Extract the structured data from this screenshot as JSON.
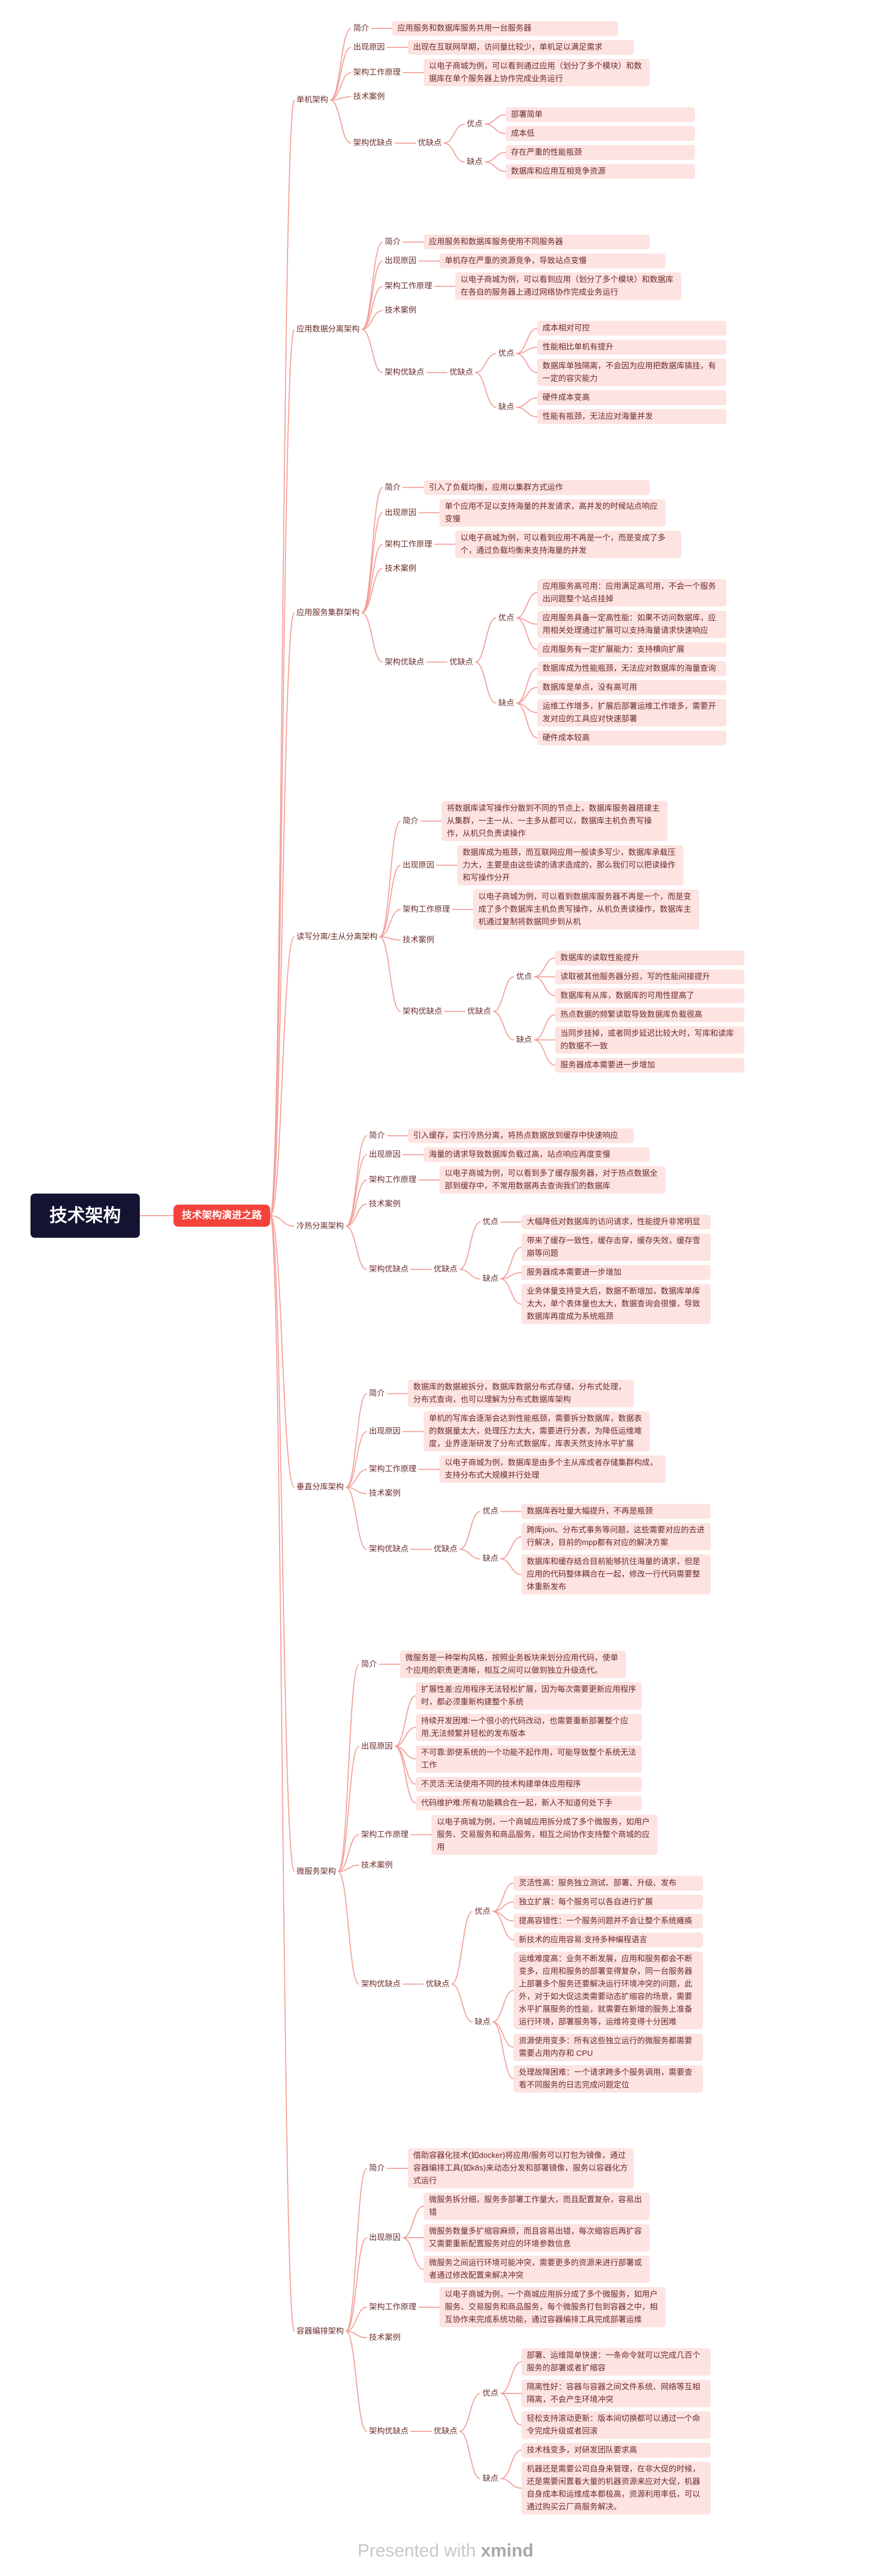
{
  "title": "技术架构",
  "main": "技术架构演进之路",
  "watermark": {
    "prefix": "Presented with ",
    "brand": "xmind"
  },
  "colors": {
    "line": "#f3a19b",
    "box": "#fde3e1",
    "root": "#141432",
    "main": "#f4433c",
    "text": "#6b2b2b"
  },
  "sections": [
    {
      "label": "单机架构",
      "children": [
        {
          "label": "简介",
          "children": [
            {
              "label": "应用服务和数据库服务共用一台服务器",
              "box": true
            }
          ]
        },
        {
          "label": "出现原因",
          "children": [
            {
              "label": "出现在互联网早期，访问量比较少，单机足以满足需求",
              "box": true
            }
          ]
        },
        {
          "label": "架构工作原理",
          "children": [
            {
              "label": "以电子商城为例，可以看到通过应用（划分了多个模块）和数据库在单个服务器上协作完成业务运行",
              "box": true
            }
          ]
        },
        {
          "label": "技术案例"
        },
        {
          "label": "架构优缺点",
          "children": [
            {
              "label": "优缺点",
              "children": [
                {
                  "label": "优点",
                  "children": [
                    {
                      "label": "部署简单",
                      "box": true
                    },
                    {
                      "label": "成本低",
                      "box": true
                    }
                  ]
                },
                {
                  "label": "缺点",
                  "children": [
                    {
                      "label": "存在严重的性能瓶颈",
                      "box": true
                    },
                    {
                      "label": "数据库和应用互相竞争资源",
                      "box": true
                    }
                  ]
                }
              ]
            }
          ]
        }
      ]
    },
    {
      "label": "应用数据分离架构",
      "children": [
        {
          "label": "简介",
          "children": [
            {
              "label": "应用服务和数据库服务使用不同服务器",
              "box": true
            }
          ]
        },
        {
          "label": "出现原因",
          "children": [
            {
              "label": "单机存在严重的资源竞争，导致站点变慢",
              "box": true
            }
          ]
        },
        {
          "label": "架构工作原理",
          "children": [
            {
              "label": "以电子商城为例，可以看到应用（划分了多个模块）和数据库在各自的服务器上通过网络协作完成业务运行",
              "box": true
            }
          ]
        },
        {
          "label": "技术案例"
        },
        {
          "label": "架构优缺点",
          "children": [
            {
              "label": "优缺点",
              "children": [
                {
                  "label": "优点",
                  "children": [
                    {
                      "label": "成本相对可控",
                      "box": true
                    },
                    {
                      "label": "性能相比单机有提升",
                      "box": true
                    },
                    {
                      "label": "数据库单独隔离，不会因为应用把数据库搞挂，有一定的容灾能力",
                      "box": true
                    }
                  ]
                },
                {
                  "label": "缺点",
                  "children": [
                    {
                      "label": "硬件成本变高",
                      "box": true
                    },
                    {
                      "label": "性能有瓶颈，无法应对海量并发",
                      "box": true
                    }
                  ]
                }
              ]
            }
          ]
        }
      ]
    },
    {
      "label": "应用服务集群架构",
      "children": [
        {
          "label": "简介",
          "children": [
            {
              "label": "引入了负载均衡，应用以集群方式运作",
              "box": true
            }
          ]
        },
        {
          "label": "出现原因",
          "children": [
            {
              "label": "单个应用不足以支持海量的并发请求，高并发的时候站点响应变慢",
              "box": true
            }
          ]
        },
        {
          "label": "架构工作原理",
          "children": [
            {
              "label": "以电子商城为例，可以看到应用不再是一个，而是变成了多个，通过负载均衡来支持海量的并发",
              "box": true
            }
          ]
        },
        {
          "label": "技术案例"
        },
        {
          "label": "架构优缺点",
          "children": [
            {
              "label": "优缺点",
              "children": [
                {
                  "label": "优点",
                  "children": [
                    {
                      "label": "应用服务高可用：应用满足高可用，不会一个服务出问题整个站点挂掉",
                      "box": true
                    },
                    {
                      "label": "应用服务具备一定高性能：如果不访问数据库，应用相关处理通过扩展可以支持海量请求快速响应",
                      "box": true
                    },
                    {
                      "label": "应用服务有一定扩展能力：支持横向扩展",
                      "box": true
                    }
                  ]
                },
                {
                  "label": "缺点",
                  "children": [
                    {
                      "label": "数据库成为性能瓶颈，无法应对数据库的海量查询",
                      "box": true
                    },
                    {
                      "label": "数据库是单点，没有高可用",
                      "box": true
                    },
                    {
                      "label": "运维工作增多，扩展后部署运维工作增多，需要开发对应的工具应对快速部署",
                      "box": true
                    },
                    {
                      "label": "硬件成本较高",
                      "box": true
                    }
                  ]
                }
              ]
            }
          ]
        }
      ]
    },
    {
      "label": "读写分离/主从分离架构",
      "children": [
        {
          "label": "简介",
          "children": [
            {
              "label": "将数据库读写操作分散到不同的节点上，数据库服务器搭建主从集群，一主一从、一主多从都可以，数据库主机负责写操作，从机只负责读操作",
              "box": true
            }
          ]
        },
        {
          "label": "出现原因",
          "children": [
            {
              "label": "数据库成为瓶颈，而互联网应用一般读多写少，数据库承载压力大，主要是由这些读的请求造成的，那么我们可以把读操作和写操作分开",
              "box": true
            }
          ]
        },
        {
          "label": "架构工作原理",
          "children": [
            {
              "label": "以电子商城为例，可以看到数据库服务器不再是一个，而是变成了多个数据库主机负责写操作，从机负责读操作，数据库主机通过复制将数据同步到从机",
              "box": true
            }
          ]
        },
        {
          "label": "技术案例"
        },
        {
          "label": "架构优缺点",
          "children": [
            {
              "label": "优缺点",
              "children": [
                {
                  "label": "优点",
                  "children": [
                    {
                      "label": "数据库的读取性能提升",
                      "box": true
                    },
                    {
                      "label": "读取被其他服务器分担，写的性能间接提升",
                      "box": true
                    },
                    {
                      "label": "数据库有从库，数据库的可用性提高了",
                      "box": true
                    }
                  ]
                },
                {
                  "label": "缺点",
                  "children": [
                    {
                      "label": "热点数据的频繁读取导致数据库负载很高",
                      "box": true
                    },
                    {
                      "label": "当同步挂掉，或者同步延迟比较大时，写库和读库的数据不一致",
                      "box": true
                    },
                    {
                      "label": "服务器成本需要进一步增加",
                      "box": true
                    }
                  ]
                }
              ]
            }
          ]
        }
      ]
    },
    {
      "label": "冷热分离架构",
      "children": [
        {
          "label": "简介",
          "children": [
            {
              "label": "引入缓存，实行冷热分离，将热点数据放到缓存中快速响应",
              "box": true
            }
          ]
        },
        {
          "label": "出现原因",
          "children": [
            {
              "label": "海量的请求导致数据库负载过高，站点响应再度变慢",
              "box": true
            }
          ]
        },
        {
          "label": "架构工作原理",
          "children": [
            {
              "label": "以电子商城为例，可以看到多了缓存服务器，对于热点数据全部到缓存中，不常用数据再去查询我们的数据库",
              "box": true
            }
          ]
        },
        {
          "label": "技术案例"
        },
        {
          "label": "架构优缺点",
          "children": [
            {
              "label": "优缺点",
              "children": [
                {
                  "label": "优点",
                  "children": [
                    {
                      "label": "大幅降低对数据库的访问请求，性能提升非常明显",
                      "box": true
                    }
                  ]
                },
                {
                  "label": "缺点",
                  "children": [
                    {
                      "label": "带来了缓存一致性，缓存击穿，缓存失效，缓存雪崩等问题",
                      "box": true
                    },
                    {
                      "label": "服务器成本需要进一步增加",
                      "box": true
                    },
                    {
                      "label": "业务体量支持变大后，数据不断增加，数据库单库太大，单个表体量也太大，数据查询会很慢，导致数据库再度成为系统瓶颈",
                      "box": true
                    }
                  ]
                }
              ]
            }
          ]
        }
      ]
    },
    {
      "label": "垂直分库架构",
      "children": [
        {
          "label": "简介",
          "children": [
            {
              "label": "数据库的数据被拆分，数据库数据分布式存储，分布式处理，分布式查询，也可以理解为分布式数据库架构",
              "box": true
            }
          ]
        },
        {
          "label": "出现原因",
          "children": [
            {
              "label": "单机的写库会逐渐会达到性能瓶颈，需要拆分数据库，数据表的数据量太大，处理压力太大，需要进行分表，为降低运维难度，业界逐渐研发了分布式数据库，库表天然支持水平扩展",
              "box": true
            }
          ]
        },
        {
          "label": "架构工作原理",
          "children": [
            {
              "label": "以电子商城为例，数据库是由多个主从库成者存储集群构成，支持分布式大规模并行处理",
              "box": true
            }
          ]
        },
        {
          "label": "技术案例"
        },
        {
          "label": "架构优缺点",
          "children": [
            {
              "label": "优缺点",
              "children": [
                {
                  "label": "优点",
                  "children": [
                    {
                      "label": "数据库吞吐量大幅提升，不再是瓶颈",
                      "box": true
                    }
                  ]
                },
                {
                  "label": "缺点",
                  "children": [
                    {
                      "label": "跨库join、分布式事务等问题，这些需要对应的去进行解决，目前的mpp都有对应的解决方案",
                      "box": true
                    },
                    {
                      "label": "数据库和缓存结合目前能够抗住海量的请求，但是应用的代码整体耦合在一起，修改一行代码需要整体重新发布",
                      "box": true
                    }
                  ]
                }
              ]
            }
          ]
        }
      ]
    },
    {
      "label": "微服务架构",
      "children": [
        {
          "label": "简介",
          "children": [
            {
              "label": "微服务是一种架构风格，按照业务板块来划分应用代码，使单个应用的职责更清晰，相互之间可以做到独立升级迭代。",
              "box": true
            }
          ]
        },
        {
          "label": "出现原因",
          "children": [
            {
              "label": "扩展性差:应用程序无法轻松扩展，因为每次需要更新应用程序时，都必须重新构建整个系统",
              "box": true
            },
            {
              "label": "持续开发困难:一个很小的代码改动，也需要重新部署整个应用,无法频繁并轻松的发布版本",
              "box": true
            },
            {
              "label": "不可靠:即使系统的一个功能不起作用，可能导致整个系统无法工作",
              "box": true
            },
            {
              "label": "不灵活:无法使用不同的技术构建单体应用程序",
              "box": true
            },
            {
              "label": "代码维护难:所有功能耦合在一起，新人不知道何处下手",
              "box": true
            }
          ]
        },
        {
          "label": "架构工作原理",
          "children": [
            {
              "label": "以电子商城为例，一个商城应用拆分成了多个微服务，如用户服务、交易服务和商品服务，相互之间协作支持整个商城的应用",
              "box": true
            }
          ]
        },
        {
          "label": "技术案例"
        },
        {
          "label": "架构优缺点",
          "children": [
            {
              "label": "优缺点",
              "children": [
                {
                  "label": "优点",
                  "children": [
                    {
                      "label": "灵活性高：服务独立测试、部署、升级、发布",
                      "box": true
                    },
                    {
                      "label": "独立扩展：每个服务可以各自进行扩展",
                      "box": true
                    },
                    {
                      "label": "提高容错性：一个服务问题并不会让整个系统瘫痪",
                      "box": true
                    },
                    {
                      "label": "新技术的应用容易:支持多种编程语言",
                      "box": true
                    }
                  ]
                },
                {
                  "label": "缺点",
                  "children": [
                    {
                      "label": "运维难度高：业务不断发展，应用和服务都会不断变多，应用和服务的部署变得复杂，同一台服务器上部署多个服务还要解决运行环境冲突的问题，此外，对于如大促这类需要动态扩缩容的场景，需要水平扩展服务的性能，就需要在新增的服务上准备运行环境，部署服务等，运维将变得十分困难",
                      "box": true
                    },
                    {
                      "label": "资源使用变多：所有这些独立运行的微服务都需要需要占用内存和 CPU",
                      "box": true
                    },
                    {
                      "label": "处理故障困难：一个请求跨多个服务调用，需要查看不同服务的日志完成问题定位",
                      "box": true
                    }
                  ]
                }
              ]
            }
          ]
        }
      ]
    },
    {
      "label": "容器编排架构",
      "children": [
        {
          "label": "简介",
          "children": [
            {
              "label": "借助容器化技术(如docker)将应用/服务可以打包为镜像，通过容器编排工具(如k8s)来动态分发和部署镜像，服务以容器化方式运行",
              "box": true
            }
          ]
        },
        {
          "label": "出现原因",
          "children": [
            {
              "label": "微服务拆分细，服务多部署工作量大，而且配置复杂，容易出错",
              "box": true
            },
            {
              "label": "微服务数量多扩缩容麻烦，而且容易出错，每次缩容后再扩容又需要重新配置服务对应的环境参数信息",
              "box": true
            },
            {
              "label": "微服务之间运行环境可能冲突，需要更多的资源来进行部署或者通过修改配置来解决冲突",
              "box": true
            }
          ]
        },
        {
          "label": "架构工作原理",
          "children": [
            {
              "label": "以电子商城为例，一个商城应用拆分成了多个微服务，如用户服务、交易服务和商品服务，每个微服务打包到容器之中，相互协作来完成系统功能，通过容器编排工具完成部署运维",
              "box": true
            }
          ]
        },
        {
          "label": "技术案例"
        },
        {
          "label": "架构优缺点",
          "children": [
            {
              "label": "优缺点",
              "children": [
                {
                  "label": "优点",
                  "children": [
                    {
                      "label": "部署、运维简单快速：一条命令就可以完成几百个服务的部署或者扩缩容",
                      "box": true
                    },
                    {
                      "label": "隔离性好：容器与容器之间文件系统、网络等互相隔离，不会产生环境冲突",
                      "box": true
                    },
                    {
                      "label": "轻松支持滚动更新：版本间切换都可以通过一个命令完成升级或者回滚",
                      "box": true
                    }
                  ]
                },
                {
                  "label": "缺点",
                  "children": [
                    {
                      "label": "技术栈变多，对研发团队要求高",
                      "box": true
                    },
                    {
                      "label": "机器还是需要公司自身来管理，在非大促的时候，还是需要闲置着大量的机器资源来应对大促，机器自身成本和运维成本都极高，资源利用率低，可以通过购买云厂商服务解决。",
                      "box": true
                    }
                  ]
                }
              ]
            }
          ]
        }
      ]
    }
  ]
}
